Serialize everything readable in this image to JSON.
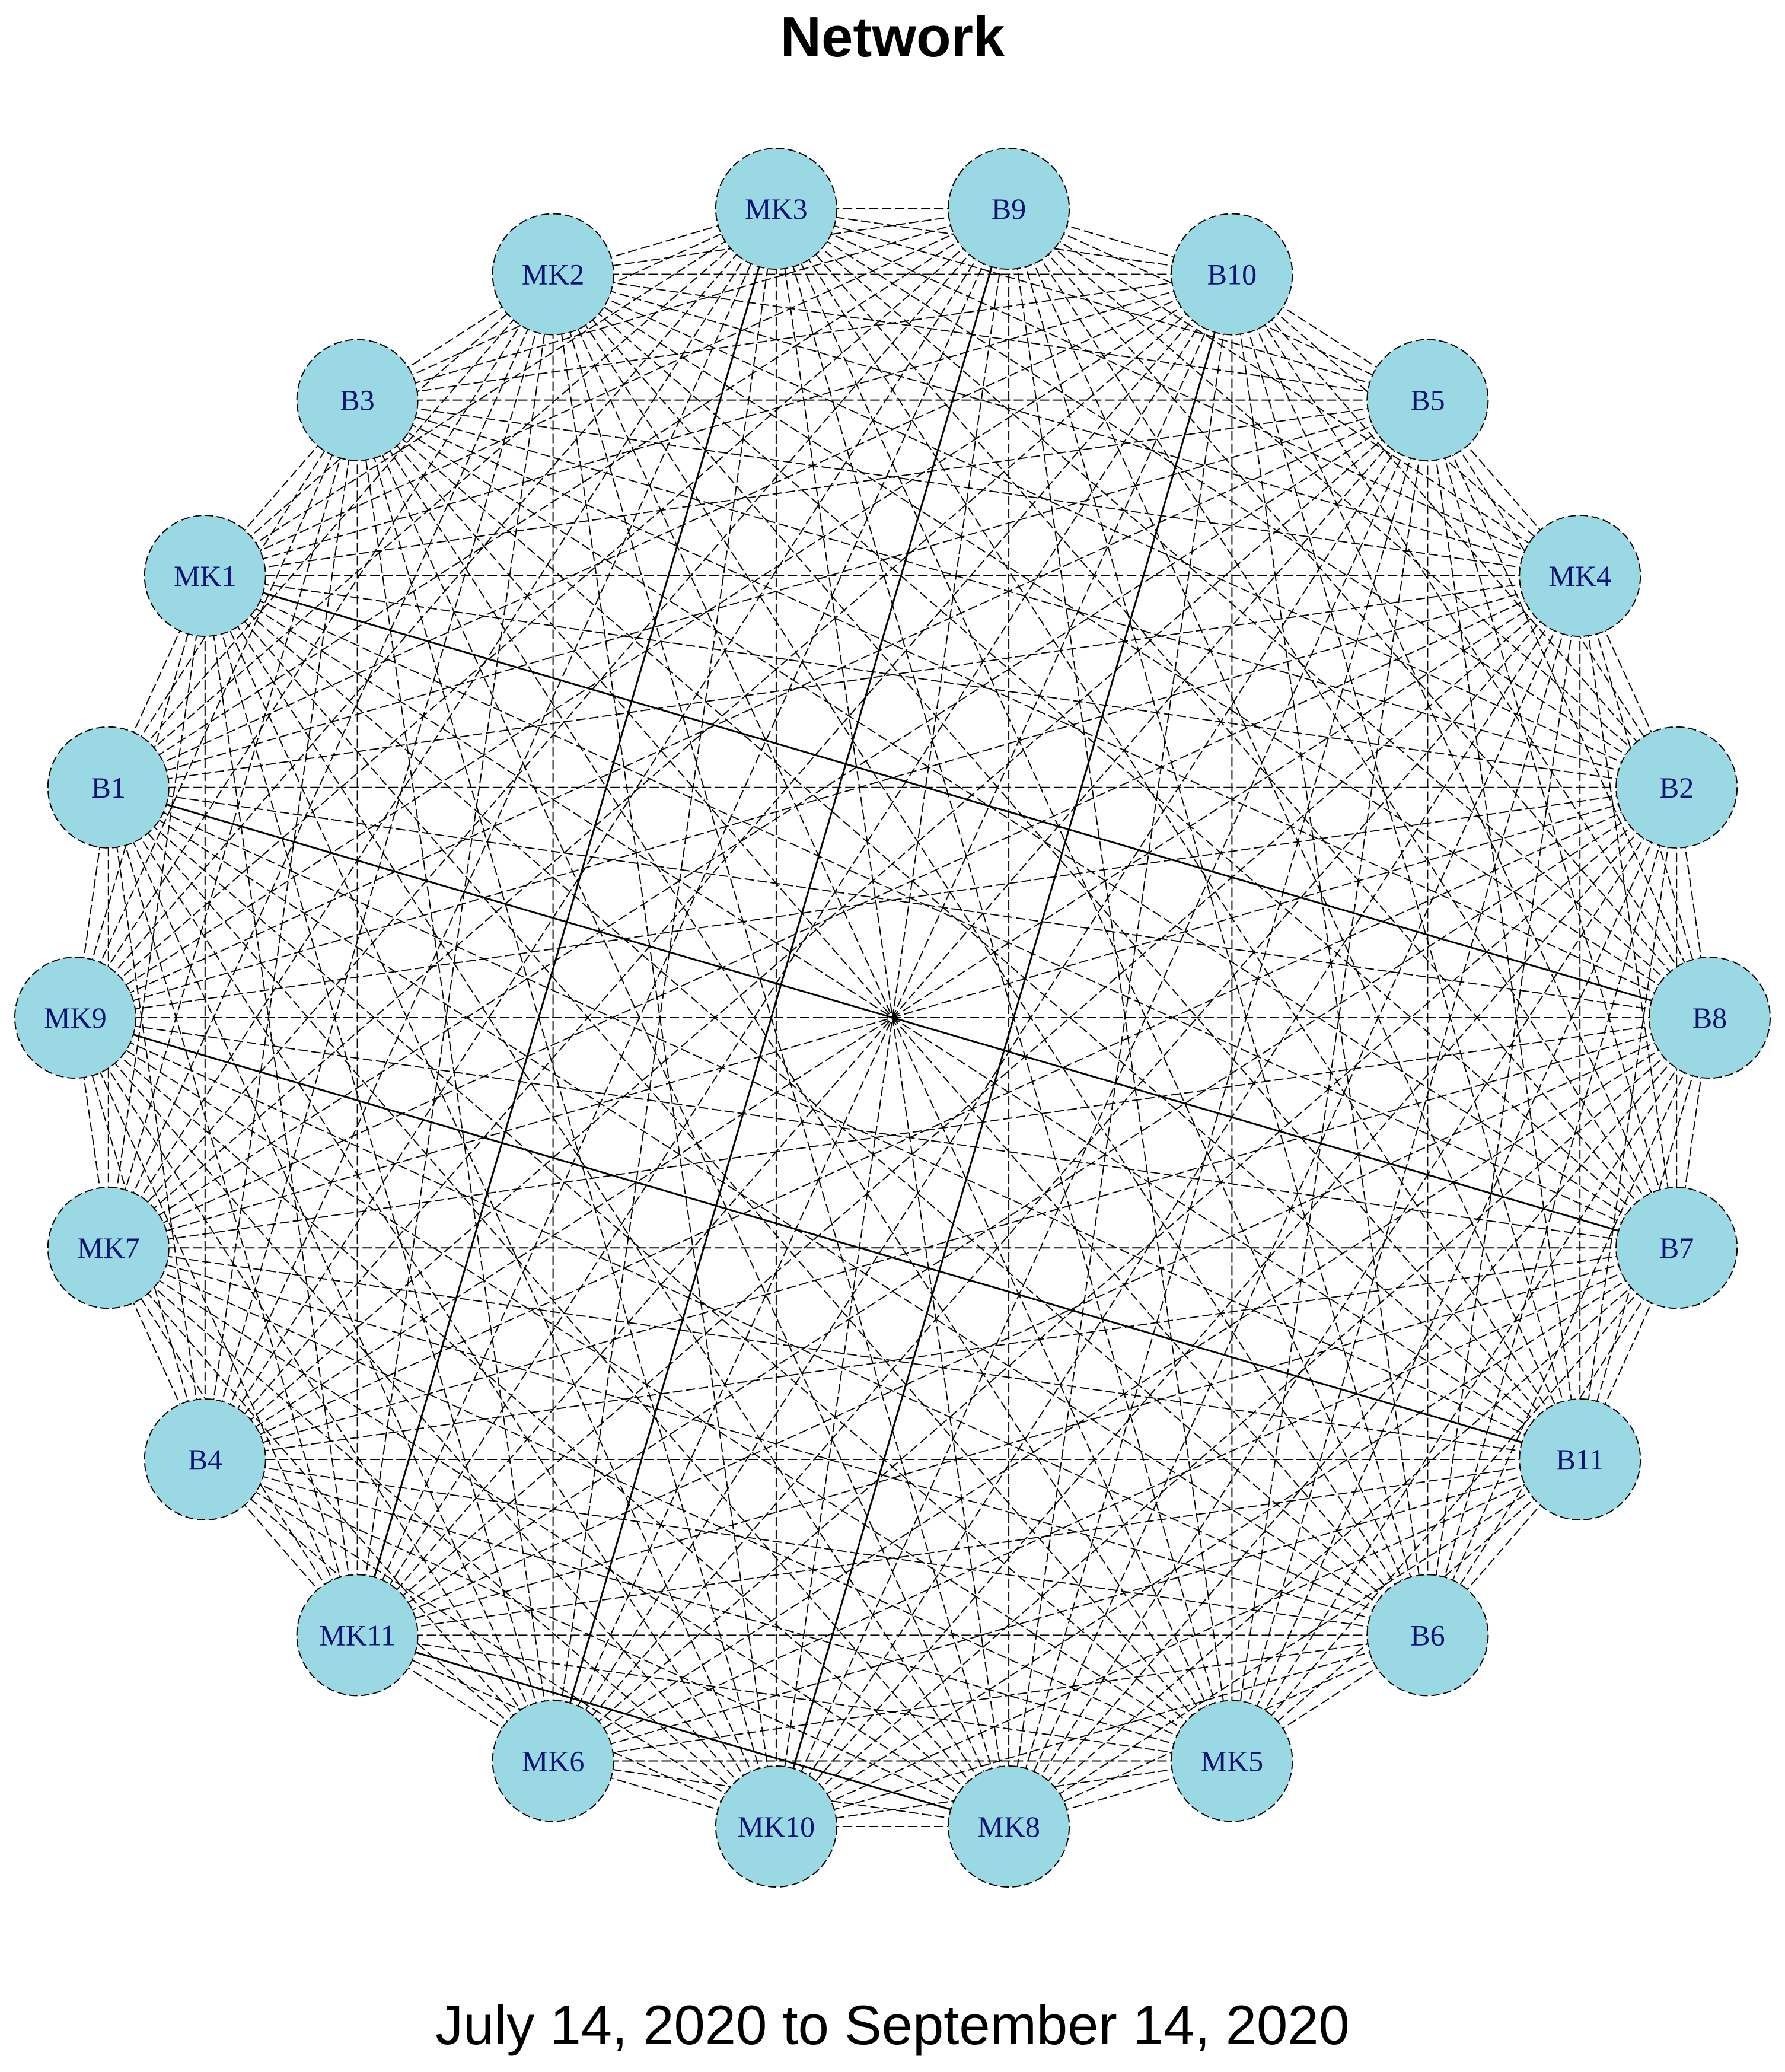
{
  "title": "Network",
  "subtitle": "July 14, 2020 to September 14, 2020",
  "colors": {
    "node_fill": "#9ad9e4",
    "node_label": "#0e1473",
    "edge": "#000000"
  },
  "layout_type": "circular, complete graph (every node connected to every other node)",
  "nodes": [
    {
      "id": "B9",
      "label": "B9"
    },
    {
      "id": "B10",
      "label": "B10"
    },
    {
      "id": "B5",
      "label": "B5"
    },
    {
      "id": "MK4",
      "label": "MK4"
    },
    {
      "id": "B2",
      "label": "B2"
    },
    {
      "id": "B8",
      "label": "B8"
    },
    {
      "id": "B7",
      "label": "B7"
    },
    {
      "id": "B11",
      "label": "B11"
    },
    {
      "id": "B6",
      "label": "B6"
    },
    {
      "id": "MK5",
      "label": "MK5"
    },
    {
      "id": "MK8",
      "label": "MK8"
    },
    {
      "id": "MK10",
      "label": "MK10"
    },
    {
      "id": "MK6",
      "label": "MK6"
    },
    {
      "id": "MK11",
      "label": "MK11"
    },
    {
      "id": "B4",
      "label": "B4"
    },
    {
      "id": "MK7",
      "label": "MK7"
    },
    {
      "id": "MK9",
      "label": "MK9"
    },
    {
      "id": "B1",
      "label": "B1"
    },
    {
      "id": "MK1",
      "label": "MK1"
    },
    {
      "id": "B3",
      "label": "B3"
    },
    {
      "id": "MK2",
      "label": "MK2"
    },
    {
      "id": "MK3",
      "label": "MK3"
    }
  ],
  "strong_edges": [
    [
      "MK1",
      "B8"
    ],
    [
      "B1",
      "B7"
    ],
    [
      "MK9",
      "B11"
    ],
    [
      "B9",
      "MK6"
    ],
    [
      "B10",
      "MK10"
    ],
    [
      "MK3",
      "MK11"
    ],
    [
      "MK11",
      "MK8"
    ]
  ]
}
